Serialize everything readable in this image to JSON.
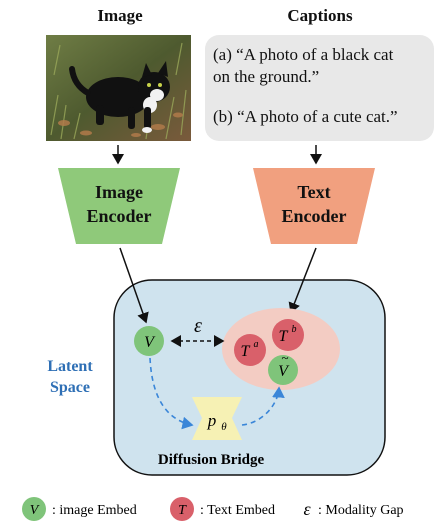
{
  "image_section": {
    "title": "Image"
  },
  "caption_section": {
    "title": "Captions",
    "caption_a": [
      "(a) “A photo of a black cat",
      "on the ground.”"
    ],
    "caption_b": "(b) “A photo of a cute cat.”"
  },
  "image_encoder": {
    "line1": "Image",
    "line2": "Encoder",
    "color": "#8fc97a"
  },
  "text_encoder": {
    "line1": "Text",
    "line2": "Encoder",
    "color": "#f1a07f"
  },
  "latent_space": {
    "label_line1": "Latent",
    "label_line2": "Space",
    "label_color": "#2e6fb5",
    "fill": "#cfe3ee",
    "bridge_label": "Diffusion Bridge",
    "nodes": {
      "v": "V",
      "ta": "T",
      "ta_sup": "a",
      "tb": "T",
      "tb_sup": "b",
      "vtilde": "V",
      "tilde": "~",
      "p": "p",
      "p_sub": "θ",
      "epsilon": "ε"
    }
  },
  "legend": {
    "v_symbol": "V",
    "v_text": ": image Embed",
    "t_symbol": "T",
    "t_text": ": Text Embed",
    "e_symbol": "ε",
    "e_text": ": Modality Gap"
  },
  "colors": {
    "green_node": "#7fc47a",
    "red_node": "#d9606a",
    "blob": "#f3ccc3",
    "bridge": "#f6f1b4",
    "dashed_blue": "#3a86d8"
  }
}
